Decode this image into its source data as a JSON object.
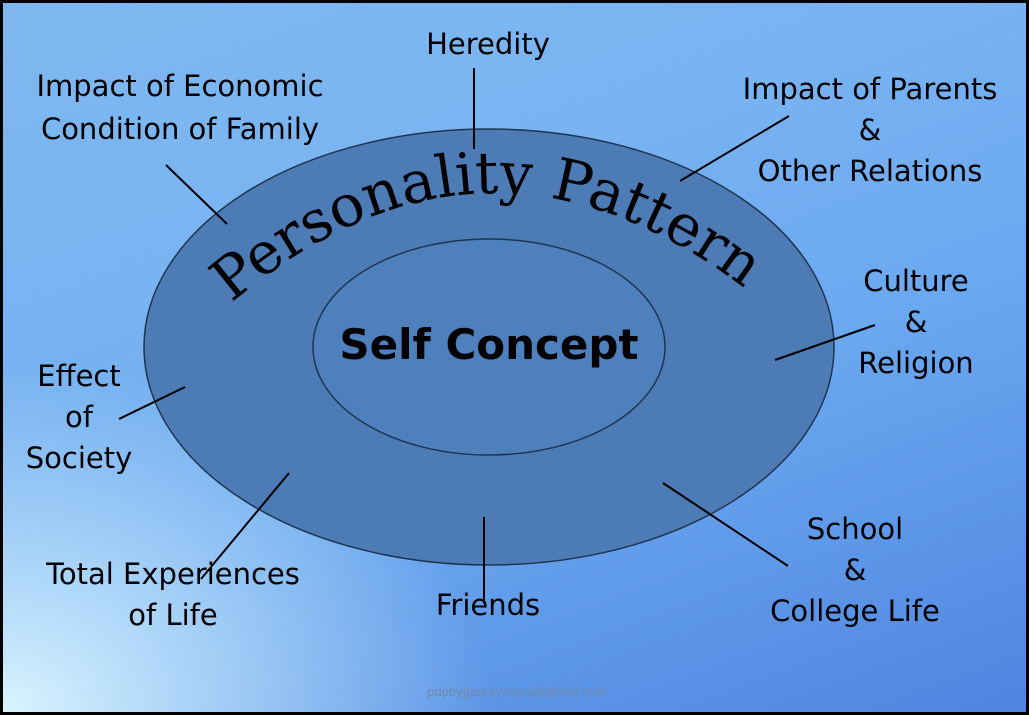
{
  "diagram": {
    "outer_title": "Personality Pattern",
    "inner_title": "Self Concept",
    "watermark": "pdpbygauravmisra@gmail.com",
    "colors": {
      "ring_fill": "#4d7bb5",
      "core_fill": "#4e80be",
      "outline": "#1e3552",
      "connector": "#000000"
    },
    "factors": [
      {
        "id": "heredity",
        "lines": [
          "Heredity"
        ]
      },
      {
        "id": "economic",
        "lines": [
          "Impact of Economic",
          "Condition of Family"
        ]
      },
      {
        "id": "parents",
        "lines": [
          "Impact of Parents",
          "&",
          "Other Relations"
        ]
      },
      {
        "id": "culture",
        "lines": [
          "Culture",
          "&",
          "Religion"
        ]
      },
      {
        "id": "society",
        "lines": [
          "Effect",
          "of",
          "Society"
        ]
      },
      {
        "id": "experiences",
        "lines": [
          "Total Experiences",
          "of Life"
        ]
      },
      {
        "id": "friends",
        "lines": [
          "Friends"
        ]
      },
      {
        "id": "school",
        "lines": [
          "School",
          "&",
          "College Life"
        ]
      }
    ]
  }
}
